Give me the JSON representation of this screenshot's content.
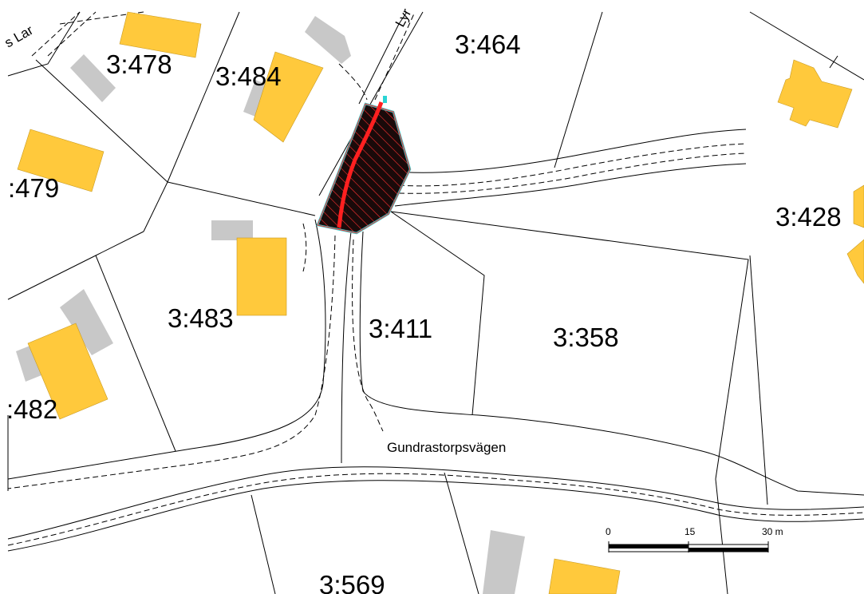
{
  "map": {
    "parcels": [
      {
        "id": "p-3-478",
        "label": "3:478"
      },
      {
        "id": "p-3-484",
        "label": "3:484"
      },
      {
        "id": "p-3-464",
        "label": "3:464"
      },
      {
        "id": "p-3-479",
        "label": ":479"
      },
      {
        "id": "p-3-428",
        "label": "3:428"
      },
      {
        "id": "p-3-483",
        "label": "3:483"
      },
      {
        "id": "p-3-411",
        "label": "3:411"
      },
      {
        "id": "p-3-358",
        "label": "3:358"
      },
      {
        "id": "p-3-482",
        "label": ":482"
      },
      {
        "id": "p-3-569",
        "label": "3:569"
      }
    ],
    "streets": [
      {
        "id": "gundrastorpsvagen",
        "label": "Gundrastorpsvägen"
      },
      {
        "id": "street-top-left",
        "label": "s Lar"
      },
      {
        "id": "street-top-center",
        "label": "Lyr"
      }
    ],
    "scale_bar": {
      "tick_0": "0",
      "tick_15": "15",
      "tick_30": "30 m"
    },
    "colors": {
      "building": "#FFC93C",
      "outbuilding": "#C8C8C8",
      "parcel_line": "#000000",
      "highlight_fill": "#1a0a0a",
      "highlight_hatch": "#ff2a2a",
      "highlight_outline": "#2ad4d4"
    }
  }
}
